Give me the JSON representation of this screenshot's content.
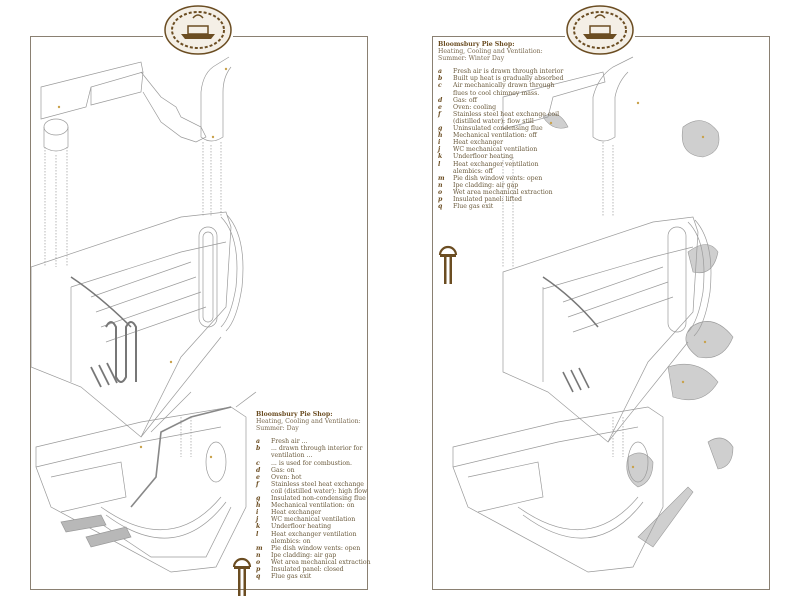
{
  "colors": {
    "frame": "#8a8072",
    "ink": "#6b4d22",
    "line": "#9a9a9a",
    "fill": "#cfcfcf"
  },
  "left_panel": {
    "title": "Bloomsbury Pie Shop:",
    "subtitle": "Heating, Cooling and Ventilation:",
    "season": "Summer: Day",
    "items": [
      {
        "key": "a",
        "text": "Fresh air ..."
      },
      {
        "key": "b",
        "text": "... drawn through interior for ventilation ..."
      },
      {
        "key": "c",
        "text": "... is used for combustion."
      },
      {
        "key": "d",
        "text": "Gas: on"
      },
      {
        "key": "e",
        "text": "Oven: hot"
      },
      {
        "key": "f",
        "text": "Stainless steel heat exchange coil (distilled water): high flow"
      },
      {
        "key": "g",
        "text": "Insulated non-condensing flue"
      },
      {
        "key": "h",
        "text": "Mechanical ventilation: on"
      },
      {
        "key": "i",
        "text": "Heat exchanger"
      },
      {
        "key": "j",
        "text": "WC mechanical ventilation"
      },
      {
        "key": "k",
        "text": "Underfloor heating"
      },
      {
        "key": "l",
        "text": "Heat exchanger ventilation alembics: on"
      },
      {
        "key": "m",
        "text": "Pie dish window vents: open"
      },
      {
        "key": "n",
        "text": "Ipe cladding: air gap"
      },
      {
        "key": "o",
        "text": "Wet area mechanical extraction"
      },
      {
        "key": "p",
        "text": "Insulated panel: closed"
      },
      {
        "key": "q",
        "text": "Flue gas exit"
      }
    ]
  },
  "right_panel": {
    "title": "Bloomsbury Pie Shop:",
    "subtitle": "Heating, Cooling and Ventilation:",
    "season": "Summer: Winter Day",
    "items": [
      {
        "key": "a",
        "text": "Fresh air is drawn through interior"
      },
      {
        "key": "b",
        "text": "Built up heat is gradually absorbed"
      },
      {
        "key": "c",
        "text": "Air mechanically drawn through flues to cool chimney mass."
      },
      {
        "key": "d",
        "text": "Gas: off"
      },
      {
        "key": "e",
        "text": "Oven: cooling"
      },
      {
        "key": "f",
        "text": "Stainless steel heat exchange coil (distilled water): flow still"
      },
      {
        "key": "g",
        "text": "Uninsulated condensing flue"
      },
      {
        "key": "h",
        "text": "Mechanical ventilation: off"
      },
      {
        "key": "i",
        "text": "Heat exchanger"
      },
      {
        "key": "j",
        "text": "WC mechanical ventilation"
      },
      {
        "key": "k",
        "text": "Underfloor heating"
      },
      {
        "key": "l",
        "text": "Heat exchanger ventilation alembics: off"
      },
      {
        "key": "m",
        "text": "Pie dish window vents: open"
      },
      {
        "key": "n",
        "text": "Ipe cladding: air gap"
      },
      {
        "key": "o",
        "text": "Wet area mechanical extraction"
      },
      {
        "key": "p",
        "text": "Insulated panel: lifted"
      },
      {
        "key": "q",
        "text": "Flue gas exit"
      }
    ]
  }
}
